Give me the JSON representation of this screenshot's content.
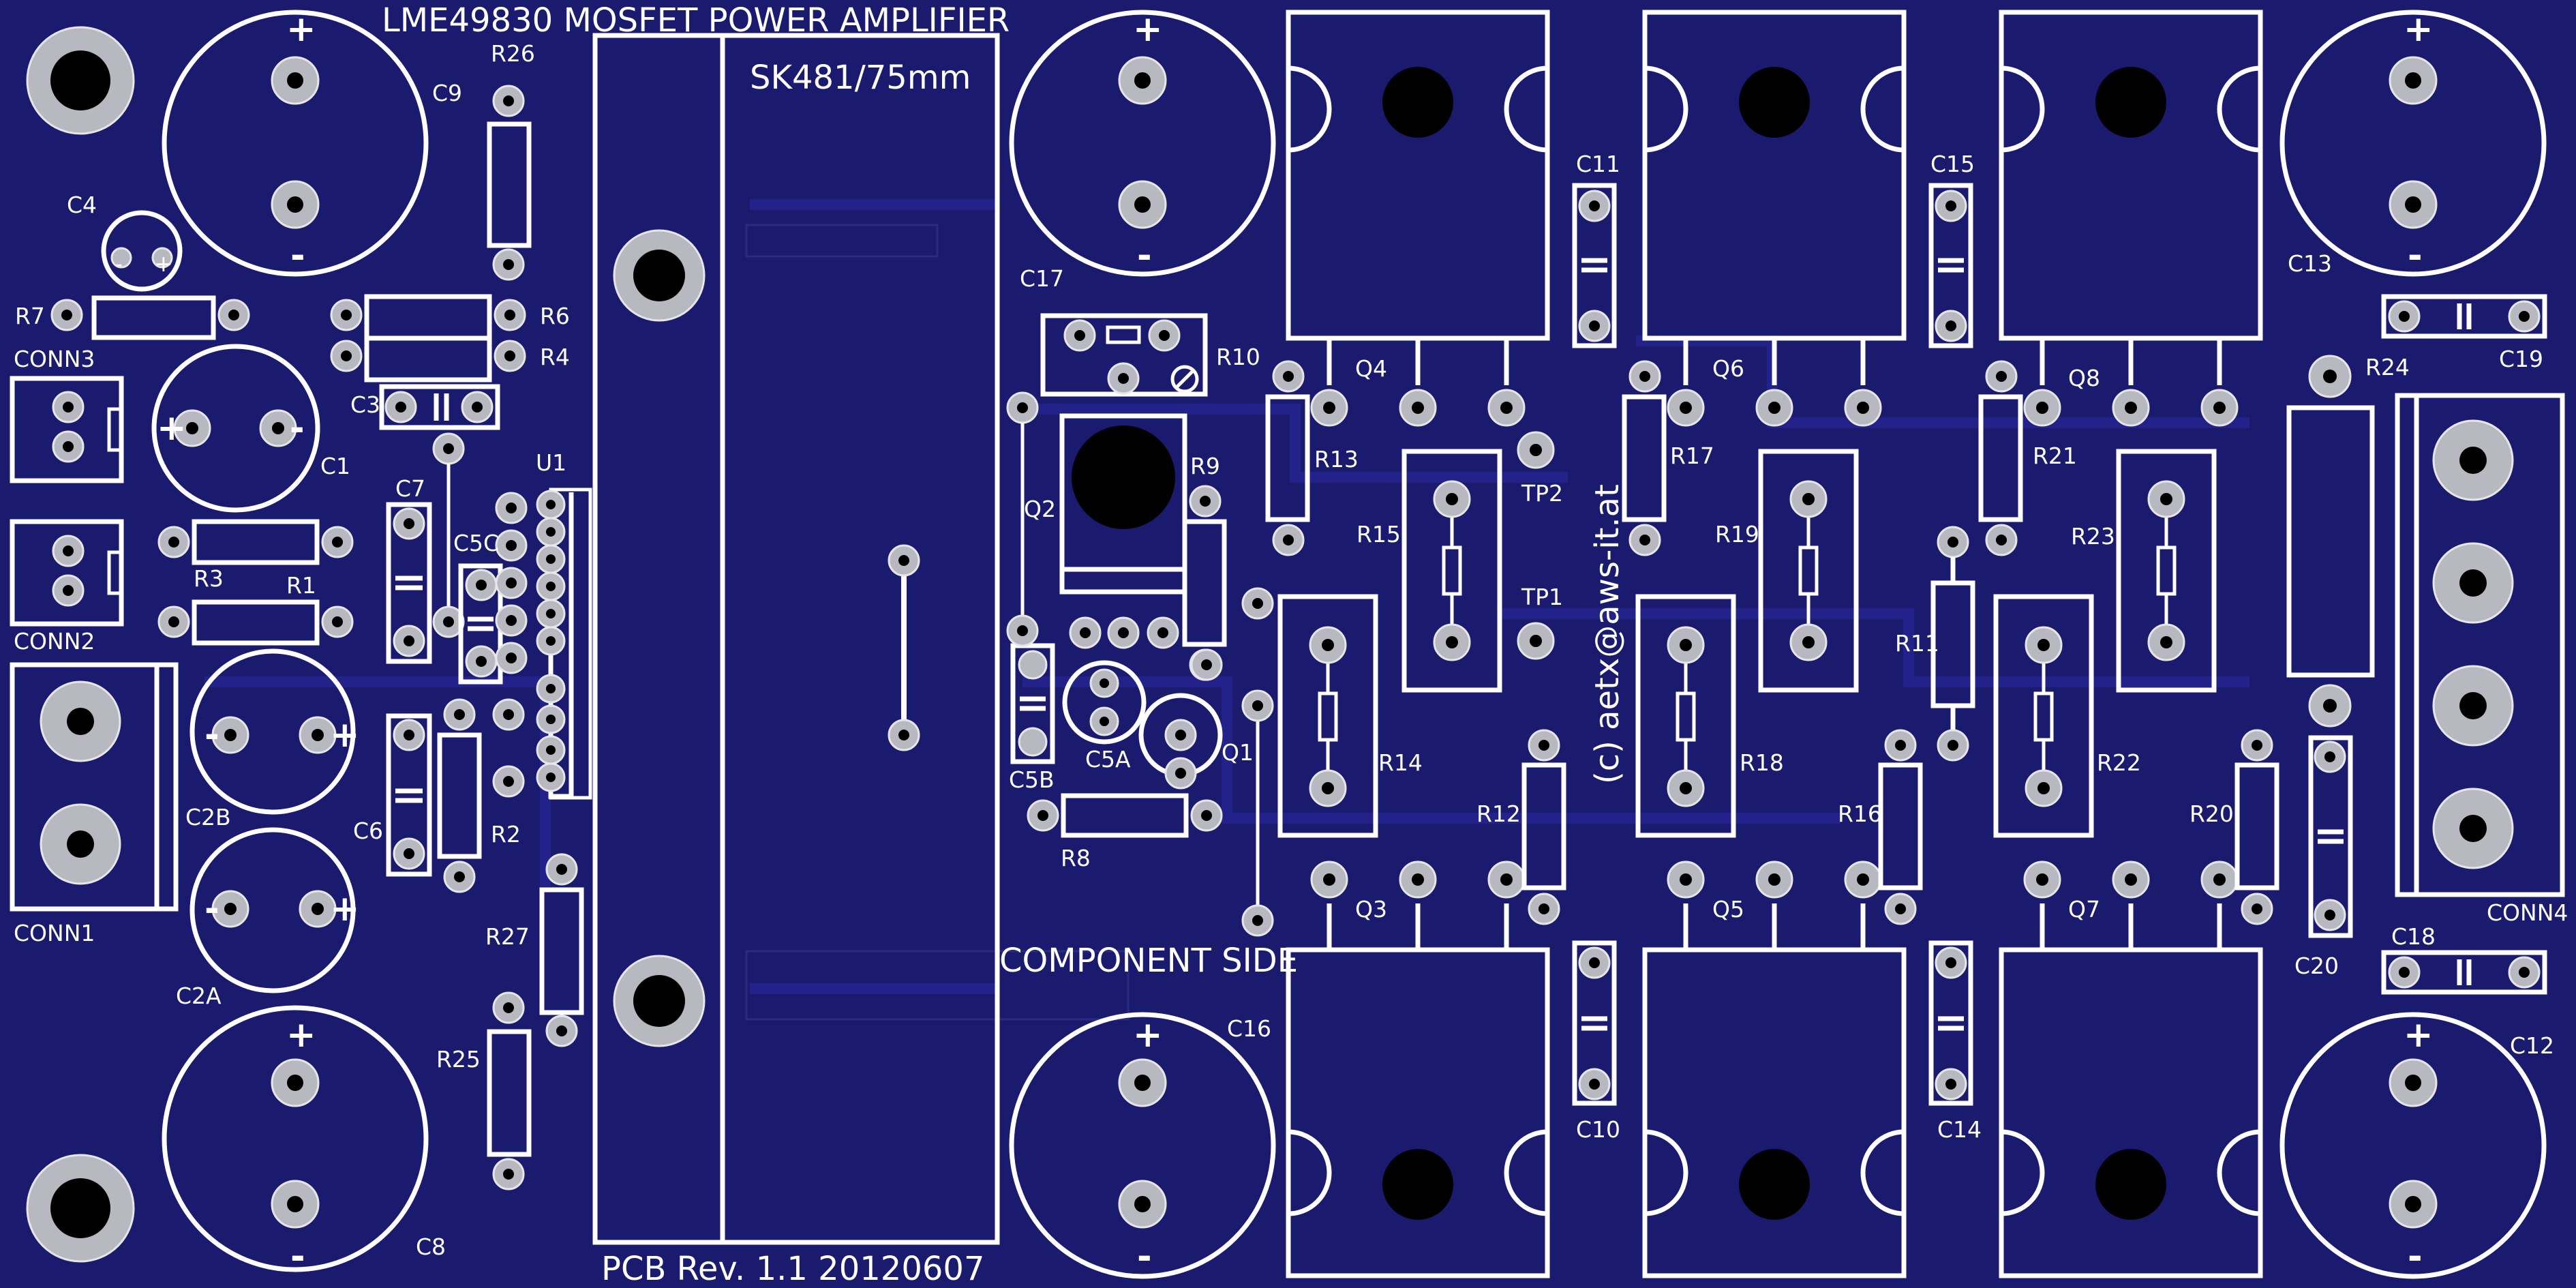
{
  "board": {
    "title": "LME49830 MOSFET POWER AMPLIFIER",
    "heatsink": "SK481/75mm",
    "revision": "PCB Rev. 1.1 20120607",
    "side": "COMPONENT SIDE",
    "copyright": "(c) aetx@aws-it.at",
    "colors": {
      "substrate": "#1a1a6e",
      "silkscreen": "#ffffff",
      "copper_pad": "#b8b8c0",
      "trace": "#22228a"
    }
  },
  "polarity": {
    "plus": "+",
    "minus": "-"
  },
  "refs": {
    "C1": "C1",
    "C2A": "C2A",
    "C2B": "C2B",
    "C3": "C3",
    "C4": "C4",
    "C5A": "C5A",
    "C5B": "C5B",
    "C5C": "C5C",
    "C6": "C6",
    "C7": "C7",
    "C8": "C8",
    "C9": "C9",
    "C10": "C10",
    "C11": "C11",
    "C12": "C12",
    "C13": "C13",
    "C14": "C14",
    "C15": "C15",
    "C16": "C16",
    "C17": "C17",
    "C18": "C18",
    "C19": "C19",
    "C20": "C20",
    "R1": "R1",
    "R2": "R2",
    "R3": "R3",
    "R4": "R4",
    "R6": "R6",
    "R7": "R7",
    "R8": "R8",
    "R9": "R9",
    "R10": "R10",
    "R11": "R11",
    "R12": "R12",
    "R13": "R13",
    "R14": "R14",
    "R15": "R15",
    "R16": "R16",
    "R17": "R17",
    "R18": "R18",
    "R19": "R19",
    "R20": "R20",
    "R21": "R21",
    "R22": "R22",
    "R23": "R23",
    "R24": "R24",
    "R25": "R25",
    "R26": "R26",
    "R27": "R27",
    "Q1": "Q1",
    "Q2": "Q2",
    "Q3": "Q3",
    "Q4": "Q4",
    "Q5": "Q5",
    "Q6": "Q6",
    "Q7": "Q7",
    "Q8": "Q8",
    "U1": "U1",
    "TP1": "TP1",
    "TP2": "TP2",
    "CONN1": "CONN1",
    "CONN2": "CONN2",
    "CONN3": "CONN3",
    "CONN4": "CONN4"
  }
}
